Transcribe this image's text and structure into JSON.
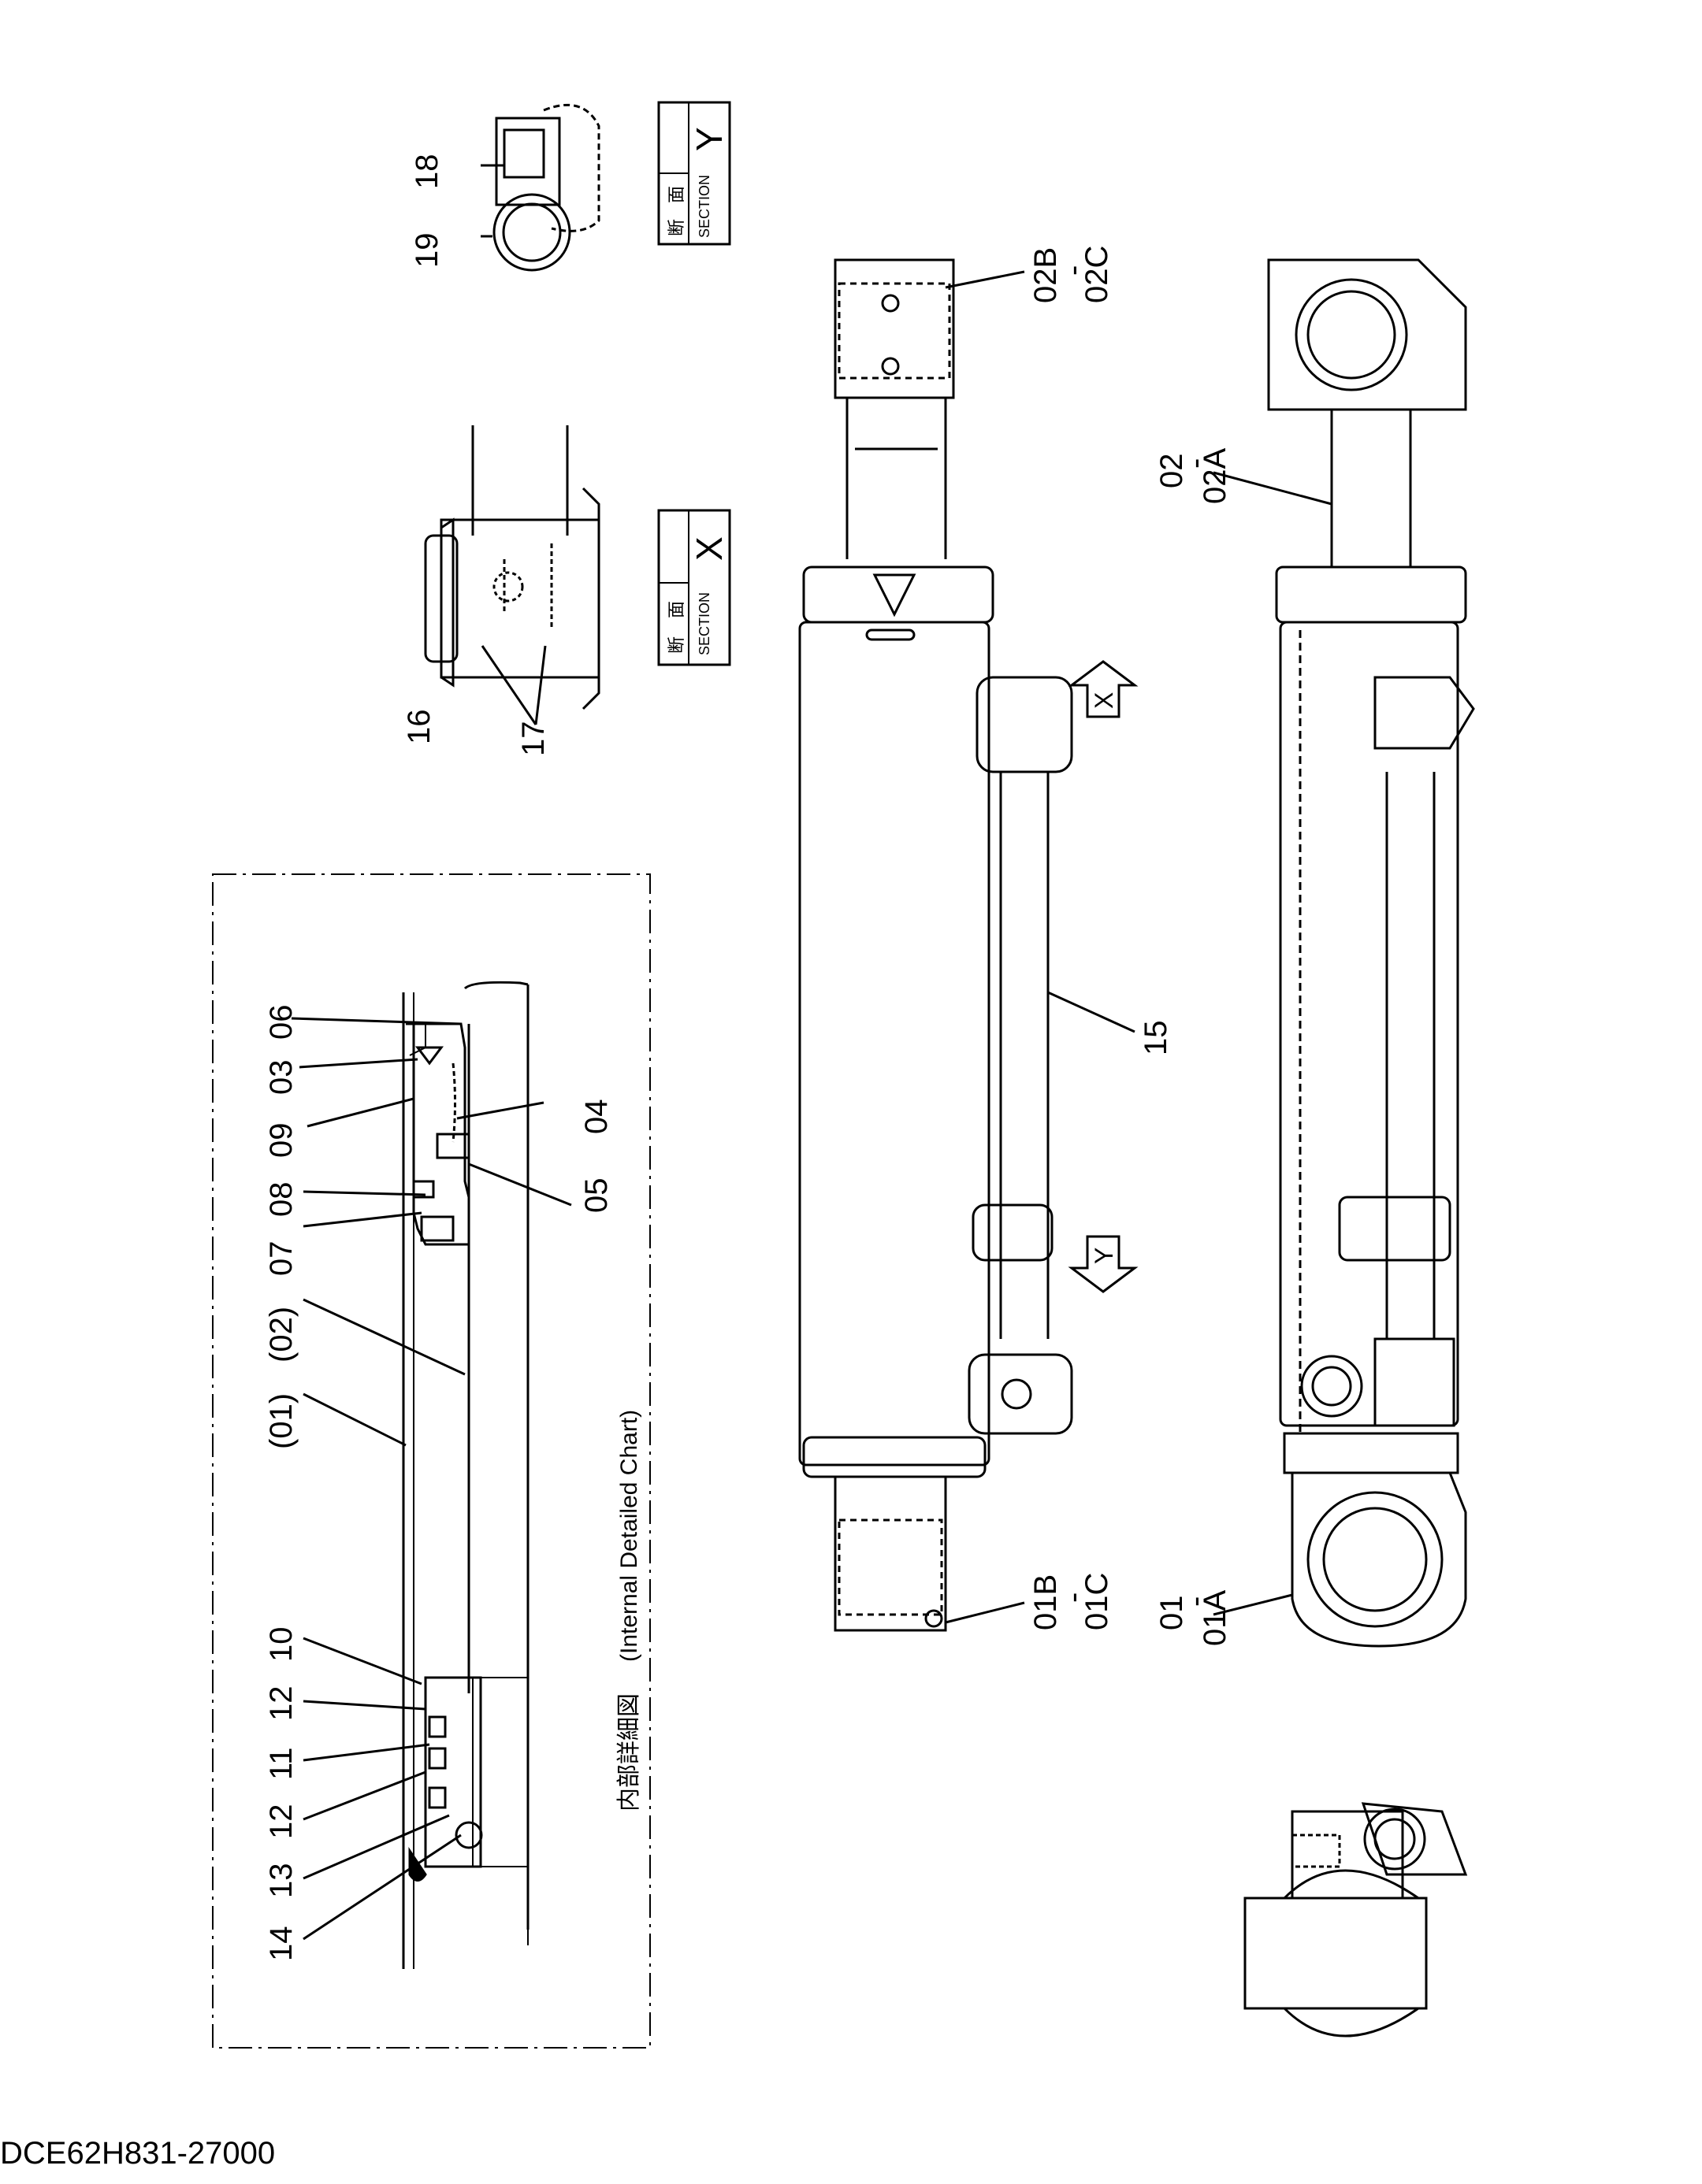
{
  "drawing_code": "DCE62H831-27000",
  "detail_chart": {
    "title_jp": "内部詳細図",
    "title_en": "(Internal Detailed Chart)",
    "callouts": [
      "06",
      "03",
      "09",
      "08",
      "07",
      "(02)",
      "(01)",
      "04",
      "05",
      "10",
      "12",
      "11",
      "12",
      "13",
      "14"
    ]
  },
  "section_x": {
    "kanji_1": "断",
    "kanji_2": "面",
    "word": "SECTION",
    "letter": "X",
    "callouts": [
      "16",
      "17"
    ]
  },
  "section_y": {
    "kanji_1": "断",
    "kanji_2": "面",
    "word": "SECTION",
    "letter": "Y",
    "callouts": [
      "18",
      "19"
    ]
  },
  "side_view": {
    "callouts": [
      "02B",
      "-",
      "02C",
      "15",
      "01B",
      "-",
      "01C"
    ],
    "view_arrows": [
      "X",
      "Y"
    ]
  },
  "top_view": {
    "callouts": [
      "02",
      "-",
      "02A",
      "01",
      "-",
      "01A"
    ]
  }
}
